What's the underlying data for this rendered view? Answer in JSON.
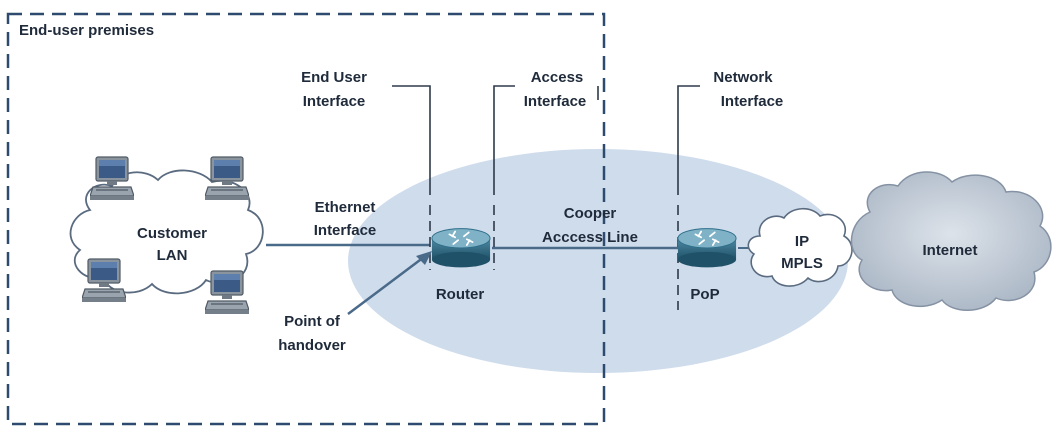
{
  "premises_label": "End-user premises",
  "customer_lan": {
    "line1": "Customer",
    "line2": "LAN"
  },
  "internet_label": "Internet",
  "ip_mpls": {
    "line1": "IP",
    "line2": "MPLS"
  },
  "interfaces": {
    "end_user": {
      "line1": "End User",
      "line2": "Interface"
    },
    "access": {
      "line1": "Access",
      "line2": "Interface"
    },
    "network": {
      "line1": "Network",
      "line2": "Interface"
    },
    "ethernet": {
      "line1": "Ethernet",
      "line2": "Interface"
    }
  },
  "copper_line": {
    "line1": "Cooper",
    "line2": "Acccess Line"
  },
  "router_label": "Router",
  "pop_label": "PoP",
  "handover": {
    "line1": "Point of",
    "line2": "handover"
  },
  "icons": [
    "computer-icon",
    "router-icon",
    "cloud-icon"
  ],
  "colors": {
    "premises_border": "#2e4a6e",
    "access_ellipse": "#c9d9ec",
    "internet_cloud": "#b7c2d0",
    "router_body": "#2f6f8a",
    "line": "#4a6a8a"
  }
}
